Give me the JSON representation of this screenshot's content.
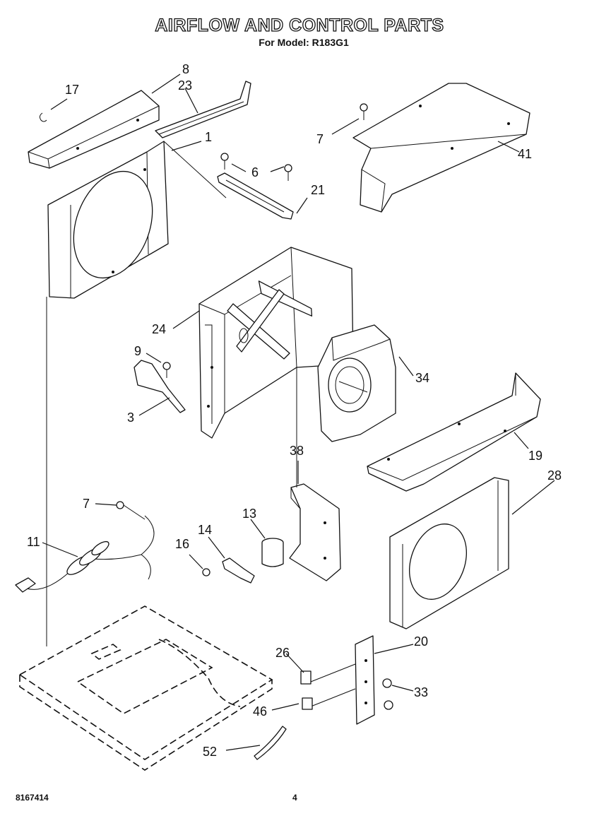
{
  "header": {
    "title": "AIRFLOW AND CONTROL PARTS",
    "subtitle": "For Model: R183G1"
  },
  "footer": {
    "doc_number": "8167414",
    "page_number": "4"
  },
  "callouts": {
    "c1": "1",
    "c3": "3",
    "c6": "6",
    "c7a": "7",
    "c7b": "7",
    "c8": "8",
    "c9": "9",
    "c11": "11",
    "c13": "13",
    "c14": "14",
    "c16": "16",
    "c17": "17",
    "c19": "19",
    "c20": "20",
    "c21": "21",
    "c23": "23",
    "c24": "24",
    "c26": "26",
    "c28": "28",
    "c33": "33",
    "c34": "34",
    "c38": "38",
    "c41": "41",
    "c46": "46",
    "c52": "52"
  }
}
